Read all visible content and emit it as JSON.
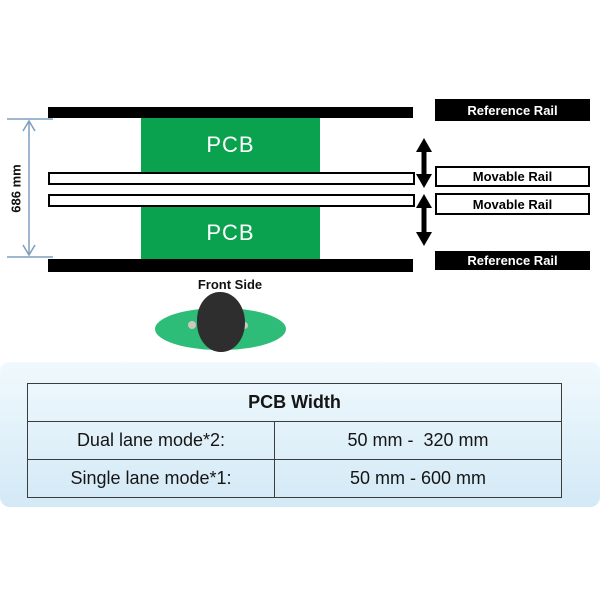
{
  "colors": {
    "pcb_green": "#0aa24e",
    "person_green": "#2dbd78",
    "head_dark": "#2e2e2e",
    "rail_black": "#000000",
    "dimension_blue": "#7f9dbd",
    "arrow_black": "#000000",
    "panel_top": "#f0f9fd",
    "panel_bottom": "#d3e9f6",
    "table_border": "#3c3c3c"
  },
  "diagram": {
    "dimension_label": "686 mm",
    "pcb": {
      "top": "PCB",
      "bottom": "PCB"
    },
    "rails": {
      "reference_top": "Reference Rail",
      "movable_1": "Movable Rail",
      "movable_2": "Movable Rail",
      "reference_bottom": "Reference Rail"
    },
    "front_side_label": "Front Side"
  },
  "table": {
    "title": "PCB Width",
    "rows": [
      {
        "label": "Dual lane mode*2:",
        "value": "50 mm -  320 mm"
      },
      {
        "label": "Single lane mode*1:",
        "value": "50 mm - 600 mm"
      }
    ]
  }
}
